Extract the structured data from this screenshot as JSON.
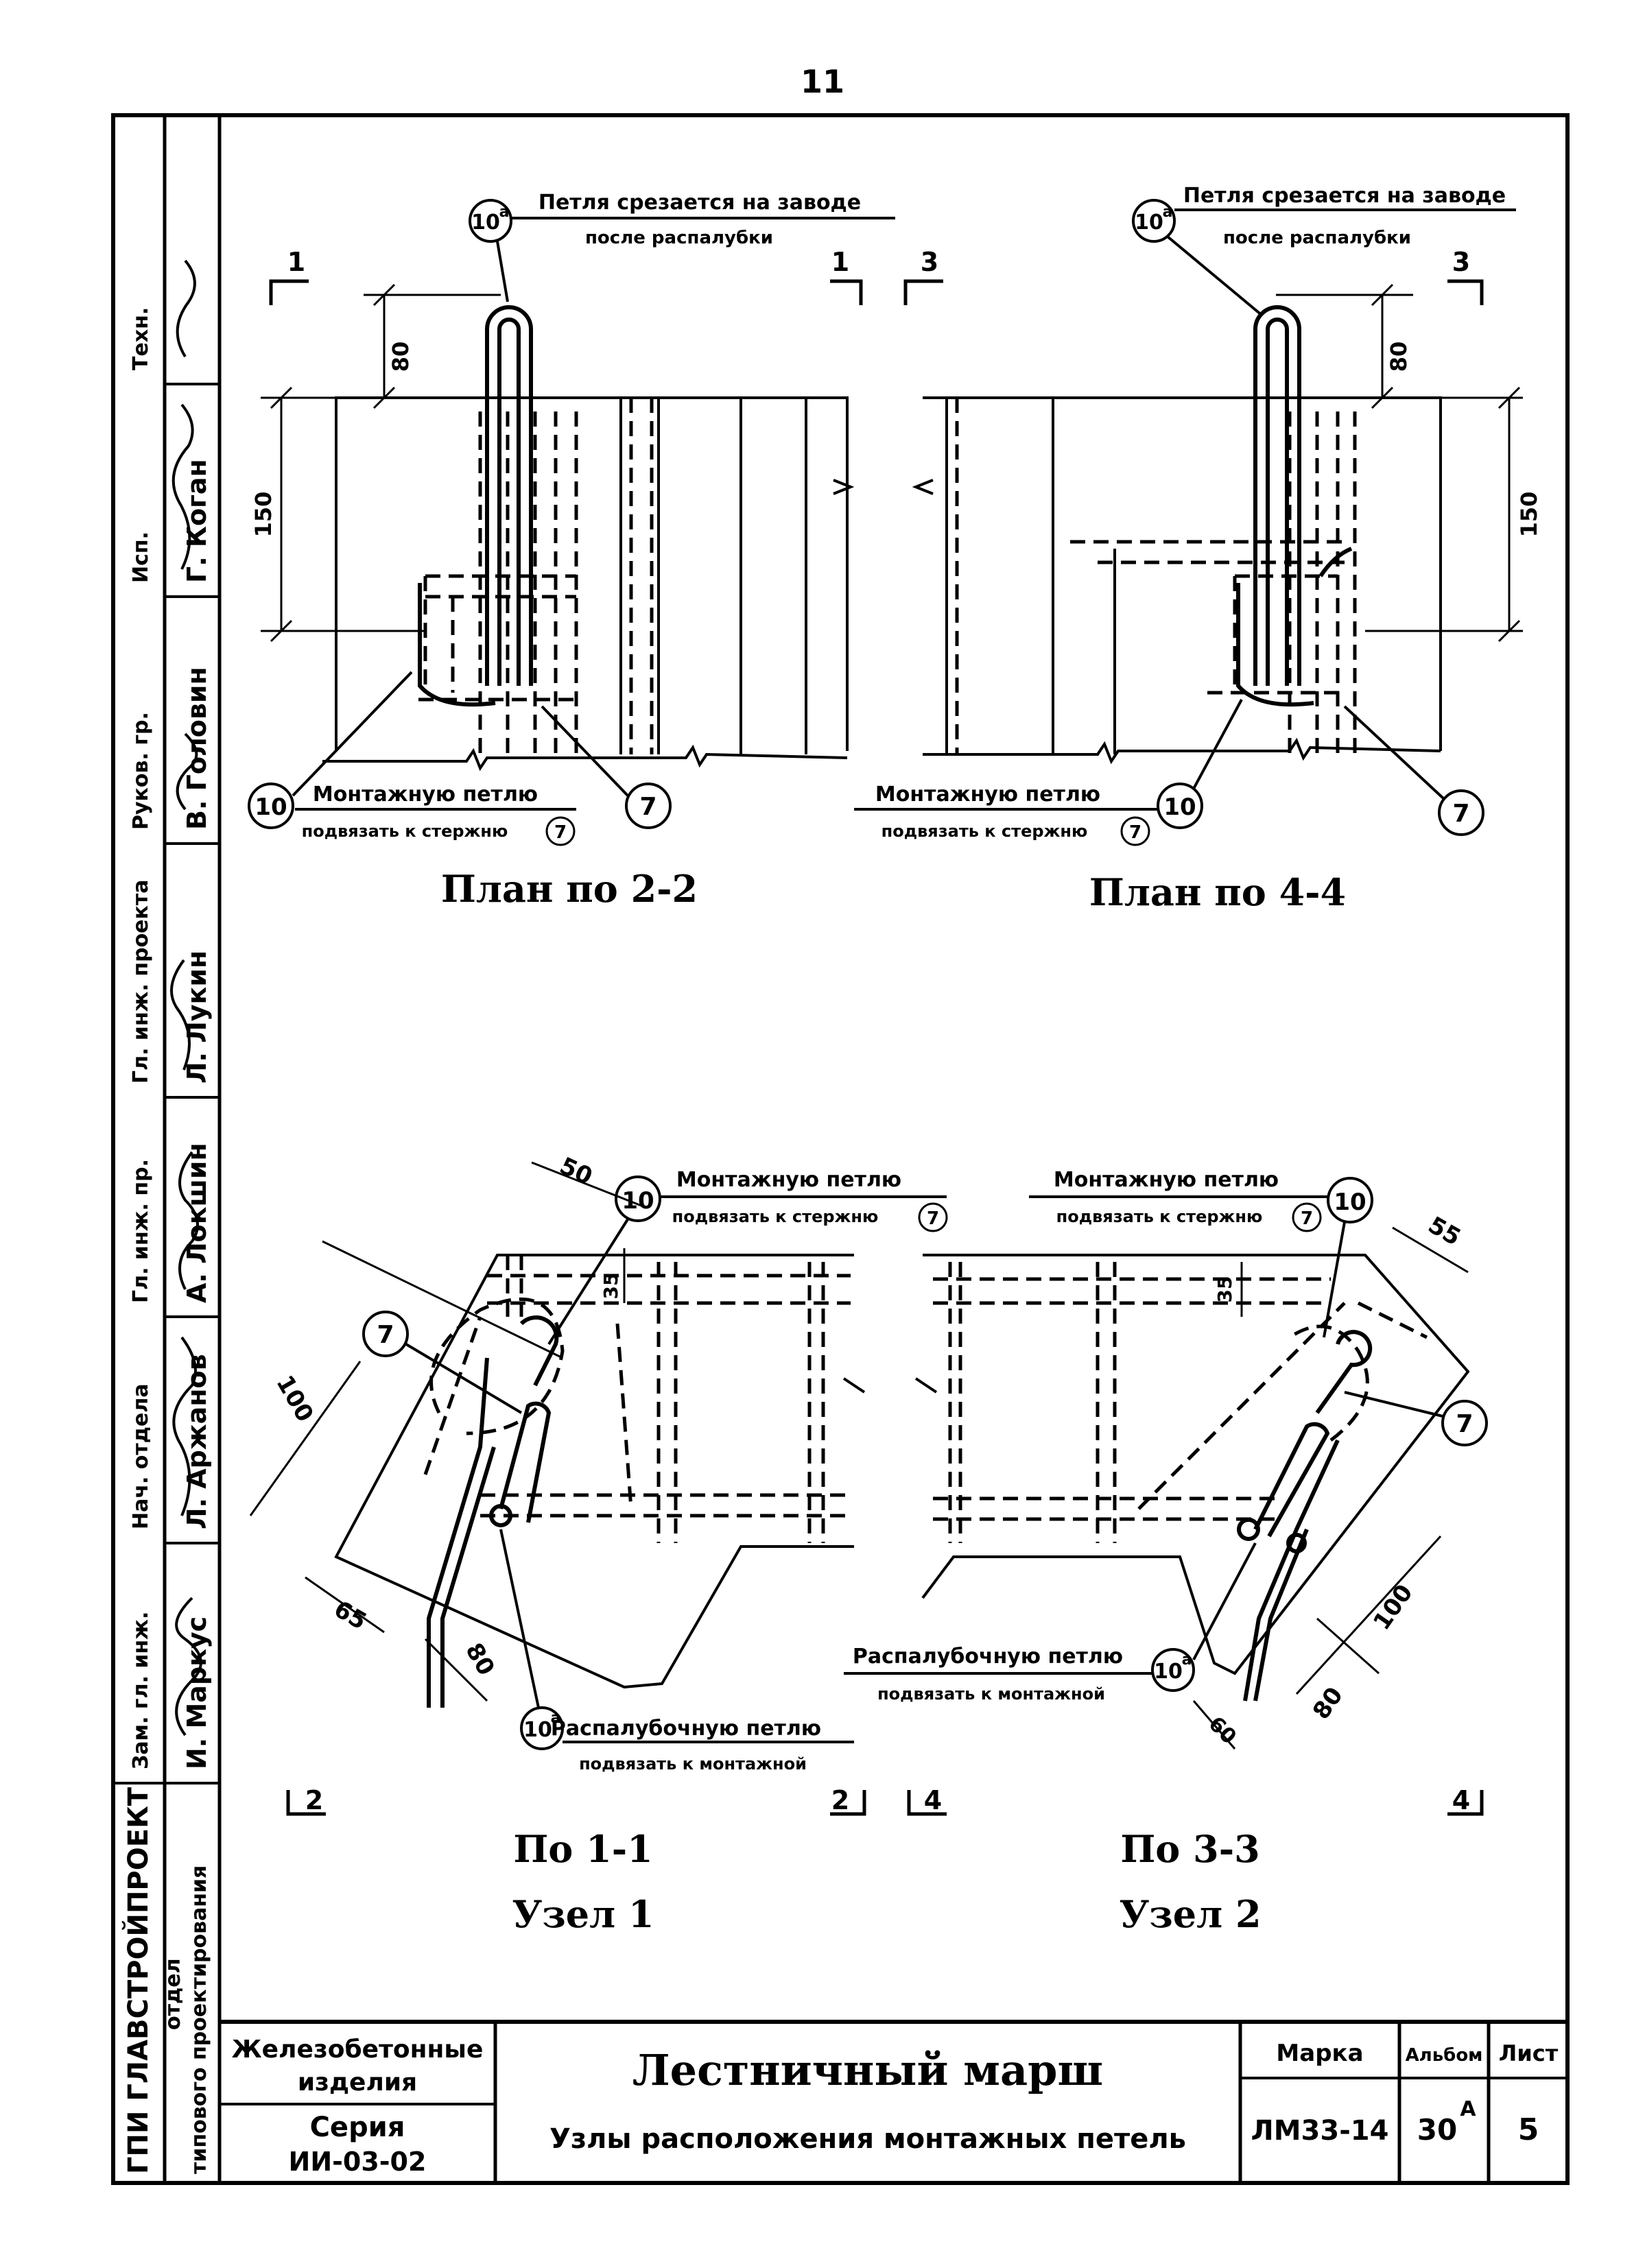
{
  "page_number": "11",
  "views": {
    "plan_2_2": {
      "title": "План по 2-2",
      "note_top_line1": "Петля срезается на заводе",
      "note_top_line2": "после распалубки",
      "note_bottom_line1": "Монтажную петлю",
      "note_bottom_line2": "подвязать к стержню",
      "note_bottom_ref": "7",
      "callout_loop": "10",
      "callout_loop_sup": "а",
      "callout_mount": "10",
      "callout_rod": "7",
      "dim_80": "80",
      "dim_150": "150",
      "section_left": "1",
      "section_right": "1"
    },
    "plan_4_4": {
      "title": "План по 4-4",
      "note_top_line1": "Петля срезается на заводе",
      "note_top_line2": "после распалубки",
      "note_bottom_line1": "Монтажную петлю",
      "note_bottom_line2": "подвязать к стержню",
      "note_bottom_ref": "7",
      "callout_loop": "10",
      "callout_loop_sup": "а",
      "callout_mount": "10",
      "callout_rod": "7",
      "dim_80": "80",
      "dim_150": "150",
      "section_left": "3",
      "section_right": "3"
    },
    "node_1": {
      "title_line1": "По 1-1",
      "title_line2": "Узел 1",
      "note_top_line1": "Монтажную петлю",
      "note_top_line2": "подвязать к стержню",
      "note_top_ref": "7",
      "note_bottom_line1": "Распалубочную петлю",
      "note_bottom_line2": "подвязать к монтажной",
      "callout_mount": "10",
      "callout_rod": "7",
      "callout_loop": "10",
      "callout_loop_sup": "а",
      "dim_50": "50",
      "dim_35": "35",
      "dim_100": "100",
      "dim_65": "65",
      "dim_80": "80",
      "section_left": "2",
      "section_right": "2"
    },
    "node_2": {
      "title_line1": "По 3-3",
      "title_line2": "Узел 2",
      "note_top_line1": "Монтажную петлю",
      "note_top_line2": "подвязать к стержню",
      "note_top_ref": "7",
      "note_bottom_line1": "Распалубочную петлю",
      "note_bottom_line2": "подвязать к монтажной",
      "callout_mount": "10",
      "callout_rod": "7",
      "callout_loop": "10",
      "callout_loop_sup": "а",
      "dim_55": "55",
      "dim_35": "35",
      "dim_100": "100",
      "dim_60": "60",
      "dim_80": "80",
      "section_left": "4",
      "section_right": "4"
    }
  },
  "side_stamp": {
    "roles": [
      "Зам. гл. инж.",
      "Нач. отдела",
      "Гл. инж. пр.",
      "Гл. инж. проекта",
      "Руков. гр.",
      "Исп.",
      "Техн."
    ],
    "names": [
      "И. Маркус",
      "Л. Аржанов",
      "А. Локшин",
      "Л. Лукин",
      "В. Головин",
      "Г. Коган",
      ""
    ],
    "org_line1": "ГПИ ГЛАВСТРОЙПРОЕКТ",
    "org_line2": "отдел",
    "org_line3": "типового проектирования"
  },
  "title_block": {
    "product_line1": "Железобетонные",
    "product_line2": "изделия",
    "series_label": "Серия",
    "series_value": "ИИ-03-02",
    "title_main": "Лестничный марш",
    "title_sub": "Узлы расположения монтажных петель",
    "mark_label": "Марка",
    "mark_value": "ЛМ33-14",
    "album_label": "Альбом",
    "album_value": "30",
    "album_sup": "А",
    "sheet_label": "Лист",
    "sheet_value": "5"
  }
}
